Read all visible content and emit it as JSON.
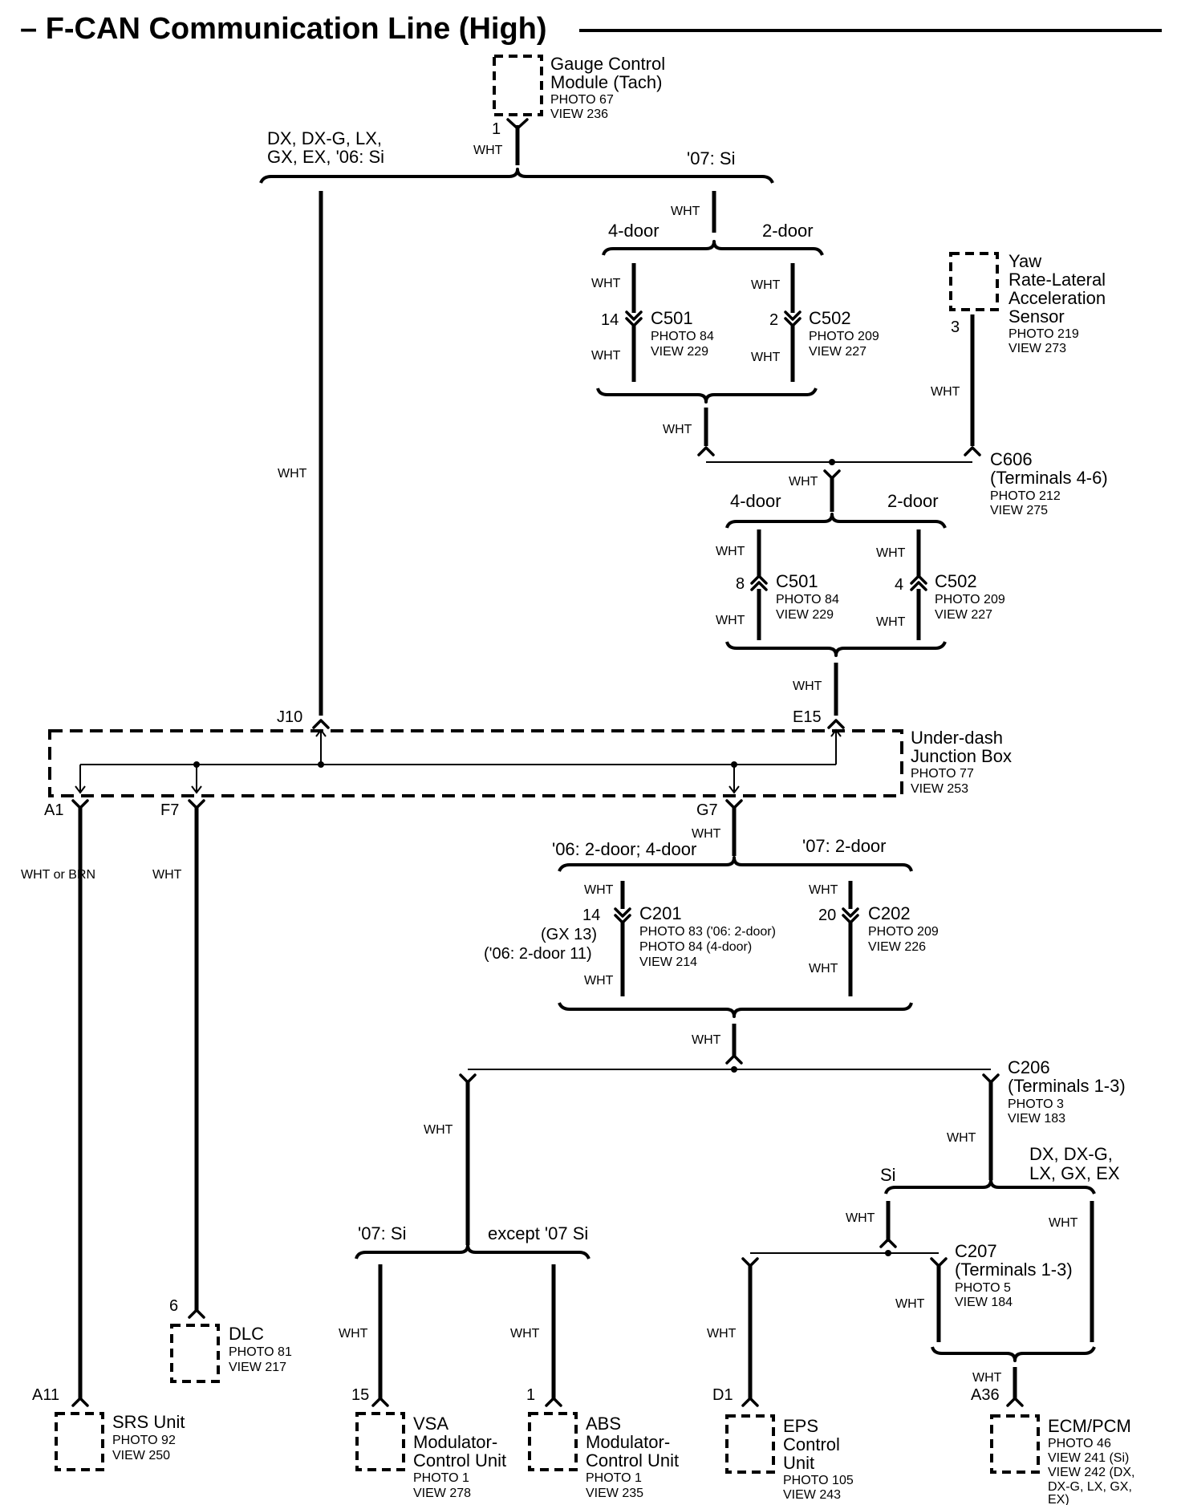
{
  "title": "– F-CAN Communication Line (High)",
  "wire_color": "WHT",
  "wire_color_alt": "WHT or BRN",
  "components": {
    "gauge": {
      "name1": "Gauge Control",
      "name2": "Module (Tach)",
      "photo": "PHOTO 67",
      "view": "VIEW 236",
      "pin": "1"
    },
    "yaw": {
      "name1": "Yaw",
      "name2": "Rate-Lateral",
      "name3": "Acceleration",
      "name4": "Sensor",
      "photo": "PHOTO 219",
      "view": "VIEW 273",
      "pin": "3"
    },
    "junction_box": {
      "name1": "Under-dash",
      "name2": "Junction Box",
      "photo": "PHOTO 77",
      "view": "VIEW 253",
      "pin_j10": "J10",
      "pin_e15": "E15",
      "pin_a1": "A1",
      "pin_f7": "F7",
      "pin_g7": "G7"
    },
    "srs": {
      "name": "SRS Unit",
      "photo": "PHOTO 92",
      "view": "VIEW 250",
      "pin": "A11"
    },
    "dlc": {
      "name": "DLC",
      "photo": "PHOTO 81",
      "view": "VIEW 217",
      "pin": "6"
    },
    "vsa": {
      "name1": "VSA",
      "name2": "Modulator-",
      "name3": "Control Unit",
      "photo": "PHOTO 1",
      "view": "VIEW 278",
      "pin": "15"
    },
    "abs": {
      "name1": "ABS",
      "name2": "Modulator-",
      "name3": "Control Unit",
      "photo": "PHOTO 1",
      "view": "VIEW 235",
      "pin": "1"
    },
    "eps": {
      "name1": "EPS",
      "name2": "Control",
      "name3": "Unit",
      "photo": "PHOTO 105",
      "view": "VIEW 243",
      "pin": "D1"
    },
    "ecm": {
      "name": "ECM/PCM",
      "photo": "PHOTO 46",
      "view1": "VIEW 241 (Si)",
      "view2": "VIEW 242 (DX,",
      "view3": "DX-G, LX, GX,",
      "view4": "EX)",
      "pin": "A36"
    }
  },
  "connectors": {
    "c501_top": {
      "name": "C501",
      "photo": "PHOTO 84",
      "view": "VIEW 229",
      "pin": "14"
    },
    "c502_top": {
      "name": "C502",
      "photo": "PHOTO 209",
      "view": "VIEW 227",
      "pin": "2"
    },
    "c606": {
      "name": "C606",
      "terminals": "(Terminals 4-6)",
      "photo": "PHOTO 212",
      "view": "VIEW 275"
    },
    "c501_mid": {
      "name": "C501",
      "photo": "PHOTO 84",
      "view": "VIEW 229",
      "pin": "8"
    },
    "c502_mid": {
      "name": "C502",
      "photo": "PHOTO 209",
      "view": "VIEW 227",
      "pin": "4"
    },
    "c201": {
      "name": "C201",
      "photo1": "PHOTO 83 ('06: 2-door)",
      "photo2": "PHOTO 84 (4-door)",
      "view": "VIEW 214",
      "pin": "14",
      "pin_alt1": "(GX 13)",
      "pin_alt2": "('06: 2-door 11)"
    },
    "c202": {
      "name": "C202",
      "photo": "PHOTO 209",
      "view": "VIEW 226",
      "pin": "20"
    },
    "c206": {
      "name": "C206",
      "terminals": "(Terminals 1-3)",
      "photo": "PHOTO 3",
      "view": "VIEW 183"
    },
    "c207": {
      "name": "C207",
      "terminals": "(Terminals 1-3)",
      "photo": "PHOTO 5",
      "view": "VIEW 184"
    }
  },
  "branches": {
    "top_left1": "DX, DX-G, LX,",
    "top_left2": "GX, EX, '06: Si",
    "top_right": "'07: Si",
    "door4_a": "4-door",
    "door2_a": "2-door",
    "door4_b": "4-door",
    "door2_b": "2-door",
    "g7_left": "'06: 2-door; 4-door",
    "g7_right": "'07: 2-door",
    "vsa_branch": "'07: Si",
    "abs_branch": "except '07 Si",
    "si": "Si",
    "dx1": "DX, DX-G,",
    "dx2": "LX, GX, EX"
  }
}
